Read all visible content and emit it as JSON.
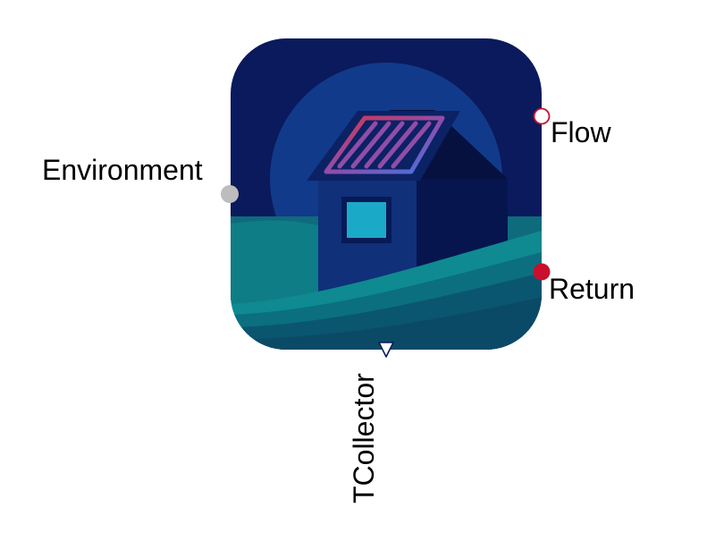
{
  "ports": {
    "environment": {
      "label": "Environment"
    },
    "flow": {
      "label": "Flow"
    },
    "return": {
      "label": "Return"
    },
    "tcollector": {
      "label": "TCollector"
    }
  },
  "colors": {
    "background": "#ffffff",
    "icon_dark": "#0a1a5c",
    "icon_moon": "#123a8a",
    "roof_dark": "#071346",
    "house_wall": "#0f2e78",
    "window": "#1ba9c8",
    "wave_teal": "#0e7f86",
    "wave_deep": "#0b5a6e",
    "panel_red": "#d9334d",
    "panel_blue": "#3b78e0",
    "port_gray": "#bdbdbd",
    "port_red": "#c8102e"
  }
}
